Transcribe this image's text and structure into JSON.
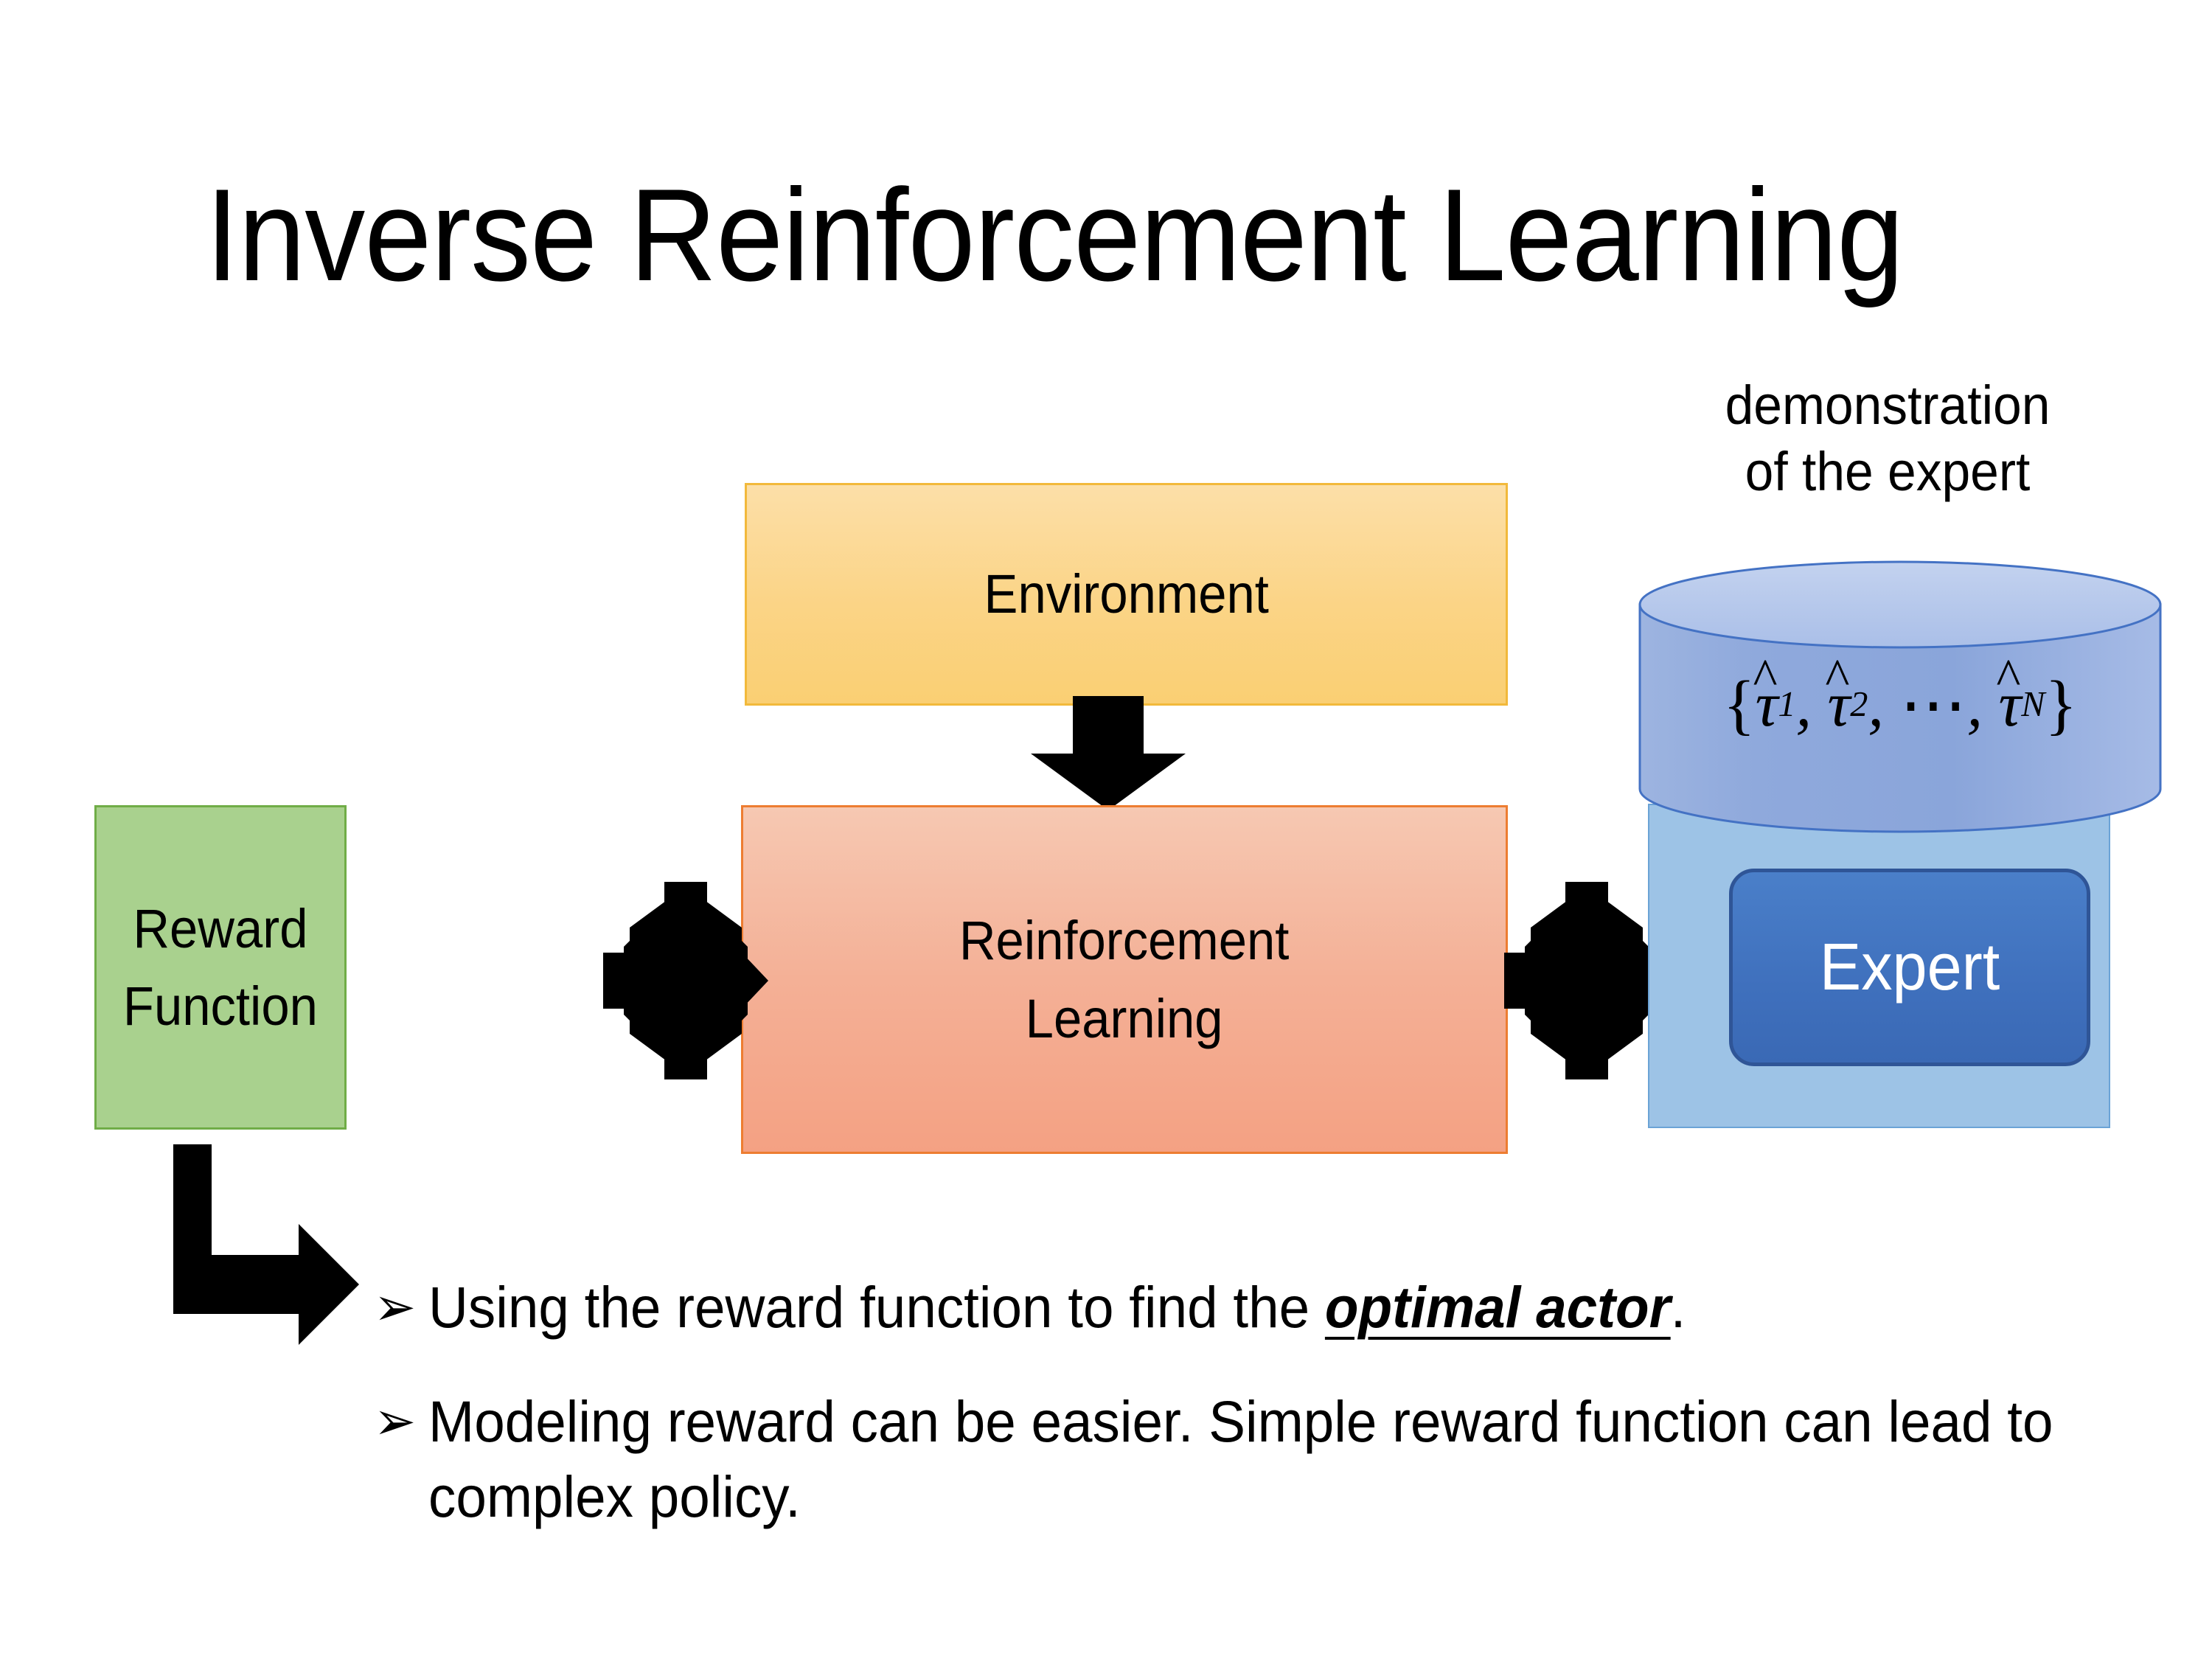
{
  "slide": {
    "title": "Inverse Reinforcement Learning",
    "background": "#FFFFFF"
  },
  "diagram": {
    "environment_box": {
      "label": "Environment",
      "fill_top": "#FCDFA8",
      "fill_bottom": "#FACF73",
      "border": "#F2B93B"
    },
    "rl_box": {
      "label_line1": "Reinforcement",
      "label_line2": "Learning",
      "fill_top": "#F6C8B2",
      "fill_bottom": "#F4A183",
      "border": "#ED7D31"
    },
    "reward_box": {
      "label_line1": "Reward",
      "label_line2": "Function",
      "fill": "#A9D18E",
      "border": "#70AD47"
    },
    "expert_panel": {
      "caption_line1": "demonstration",
      "caption_line2": "of the expert",
      "container_fill": "#9DC3E6",
      "cylinder": {
        "fill": "#8FAADC",
        "top_fill": "#B4C7E7",
        "border": "#4472C4",
        "formula_plain": "{τ̂1, τ̂2, ⋯, τ̂N}",
        "formula_parts": {
          "open_brace": "{",
          "tau": "τ",
          "hat": "^",
          "sub1": "1",
          "sub2": "2",
          "subN": "N",
          "comma": ",",
          "ellipsis": "⋯",
          "close_brace": "}"
        }
      },
      "expert_chip": {
        "label": "Expert",
        "fill": "#3F70BD",
        "border": "#2F5597",
        "text_color": "#FFFFFF"
      }
    },
    "arrows": {
      "environment_to_rl": "down-arrow",
      "reward_to_rl": "bidirectional-four-way-arrow",
      "rl_to_expert": "bidirectional-four-way-arrow",
      "reward_to_bullets": "elbow-arrow-down-right",
      "color": "#000000"
    }
  },
  "bullets": {
    "marker": "➢",
    "items": [
      {
        "pre": "Using the reward function to find the ",
        "emphasis": "optimal actor",
        "post": "."
      },
      {
        "pre": "Modeling reward can be easier. Simple reward function can lead to complex policy.",
        "emphasis": "",
        "post": ""
      }
    ]
  }
}
